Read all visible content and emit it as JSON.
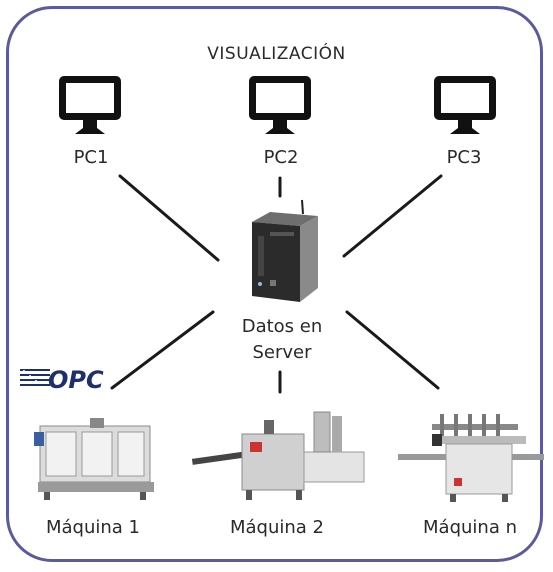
{
  "title": "VISUALIZACIÓN",
  "pcs": [
    {
      "label": "PC1",
      "icon": "monitor-icon"
    },
    {
      "label": "PC2",
      "icon": "monitor-icon"
    },
    {
      "label": "PC3",
      "icon": "monitor-icon"
    }
  ],
  "server": {
    "line1": "Datos en",
    "line2": "Server",
    "icon": "server-icon"
  },
  "opc_logo": "OPC",
  "machines": [
    {
      "label": "Máquina 1",
      "icon": "machine-icon"
    },
    {
      "label": "Máquina 2",
      "icon": "machine-icon"
    },
    {
      "label": "Máquina n",
      "icon": "machine-icon"
    }
  ],
  "colors": {
    "frame": "#5b5a9c",
    "lines": "#1a1a1a",
    "text": "#2a2a2a",
    "opc": "#1f2f6e"
  }
}
